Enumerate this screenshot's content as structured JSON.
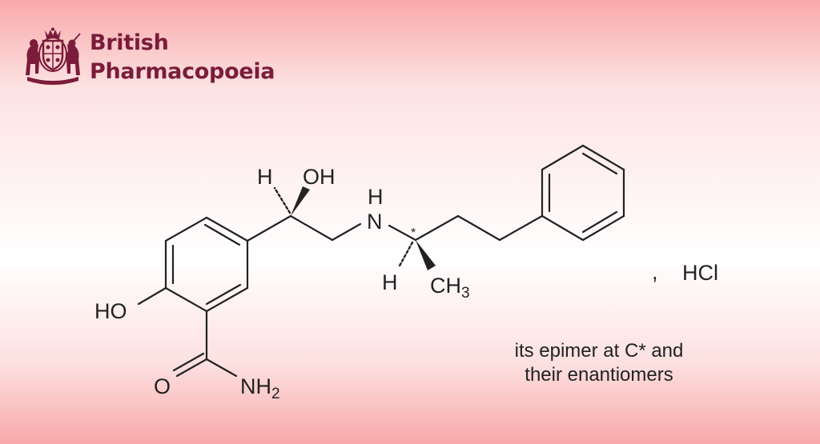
{
  "logo": {
    "line1": "British",
    "line2": "Pharmacopoeia"
  },
  "structure": {
    "labels": {
      "h_top": "H",
      "oh_top": "OH",
      "n": "N",
      "n_h": "H",
      "star": "*",
      "h_bottom": "H",
      "ch": "CH",
      "ch_sub": "3",
      "ho": "HO",
      "o": "O",
      "nh": "NH",
      "nh_sub": "2"
    },
    "salt": {
      "comma": ",",
      "hcl": "HCl"
    }
  },
  "caption": {
    "line1": "its epimer at C* and",
    "line2": "their enantiomers"
  },
  "colors": {
    "brand": "#7a1c3a",
    "bond": "#222222",
    "background_edge": "#f8a8a9"
  }
}
